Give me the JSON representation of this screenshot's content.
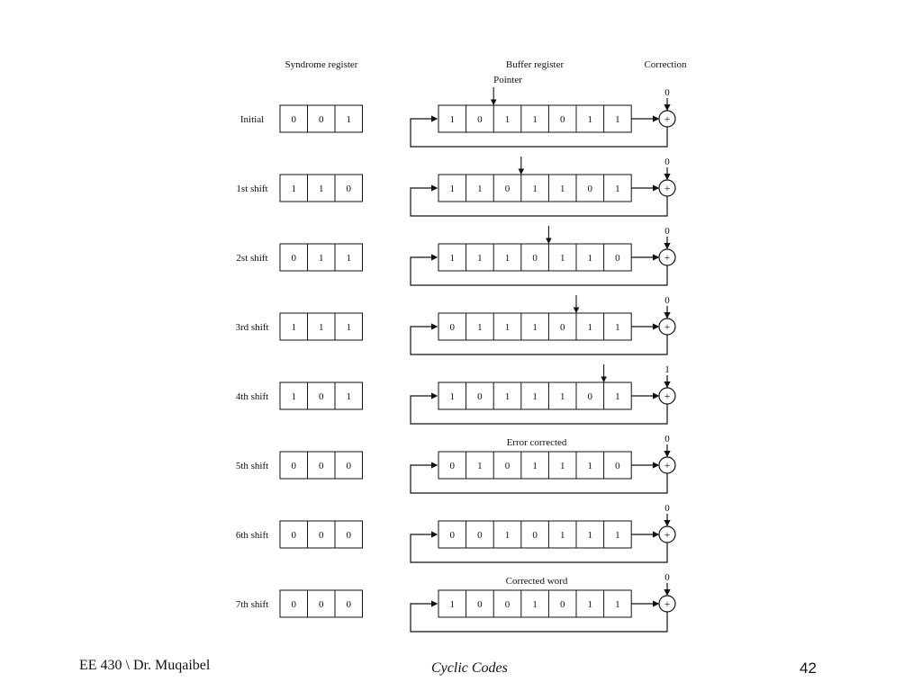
{
  "headers": {
    "syndrome": "Syndrome register",
    "buffer": "Buffer register",
    "correction": "Correction",
    "pointer": "Pointer"
  },
  "rows": [
    {
      "label": "Initial",
      "syndrome": [
        "0",
        "0",
        "1"
      ],
      "buffer": [
        "1",
        "0",
        "1",
        "1",
        "0",
        "1",
        "1"
      ],
      "correction": "0",
      "pointer": 2
    },
    {
      "label": "1st shift",
      "syndrome": [
        "1",
        "1",
        "0"
      ],
      "buffer": [
        "1",
        "1",
        "0",
        "1",
        "1",
        "0",
        "1"
      ],
      "correction": "0",
      "pointer": 3
    },
    {
      "label": "2st shift",
      "syndrome": [
        "0",
        "1",
        "1"
      ],
      "buffer": [
        "1",
        "1",
        "1",
        "0",
        "1",
        "1",
        "0"
      ],
      "correction": "0",
      "pointer": 4
    },
    {
      "label": "3rd shift",
      "syndrome": [
        "1",
        "1",
        "1"
      ],
      "buffer": [
        "0",
        "1",
        "1",
        "1",
        "0",
        "1",
        "1"
      ],
      "correction": "0",
      "pointer": 5
    },
    {
      "label": "4th shift",
      "syndrome": [
        "1",
        "0",
        "1"
      ],
      "buffer": [
        "1",
        "0",
        "1",
        "1",
        "1",
        "0",
        "1"
      ],
      "correction": "1",
      "pointer": 6
    },
    {
      "label": "5th shift",
      "syndrome": [
        "0",
        "0",
        "0"
      ],
      "buffer": [
        "0",
        "1",
        "0",
        "1",
        "1",
        "1",
        "0"
      ],
      "correction": "0",
      "note": "Error corrected"
    },
    {
      "label": "6th shift",
      "syndrome": [
        "0",
        "0",
        "0"
      ],
      "buffer": [
        "0",
        "0",
        "1",
        "0",
        "1",
        "1",
        "1"
      ],
      "correction": "0"
    },
    {
      "label": "7th shift",
      "syndrome": [
        "0",
        "0",
        "0"
      ],
      "buffer": [
        "1",
        "0",
        "0",
        "1",
        "0",
        "1",
        "1"
      ],
      "correction": "0",
      "note": "Corrected word"
    }
  ],
  "adder_symbol": "+",
  "footer": {
    "left": "EE 430 \\ Dr. Muqaibel",
    "center": "Cyclic Codes",
    "page": "42"
  }
}
